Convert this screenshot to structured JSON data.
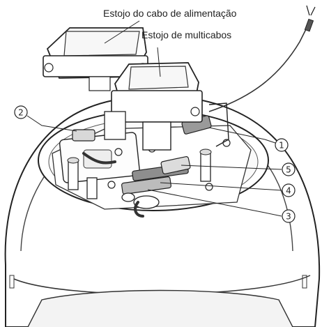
{
  "labels": {
    "power_cable_case": "Estojo do cabo de alimentação",
    "multicable_case": "Estojo de multicabos"
  },
  "callouts": [
    {
      "id": 1,
      "text": "1"
    },
    {
      "id": 2,
      "text": "2"
    },
    {
      "id": 3,
      "text": "3"
    },
    {
      "id": 4,
      "text": "4"
    },
    {
      "id": 5,
      "text": "5"
    }
  ]
}
